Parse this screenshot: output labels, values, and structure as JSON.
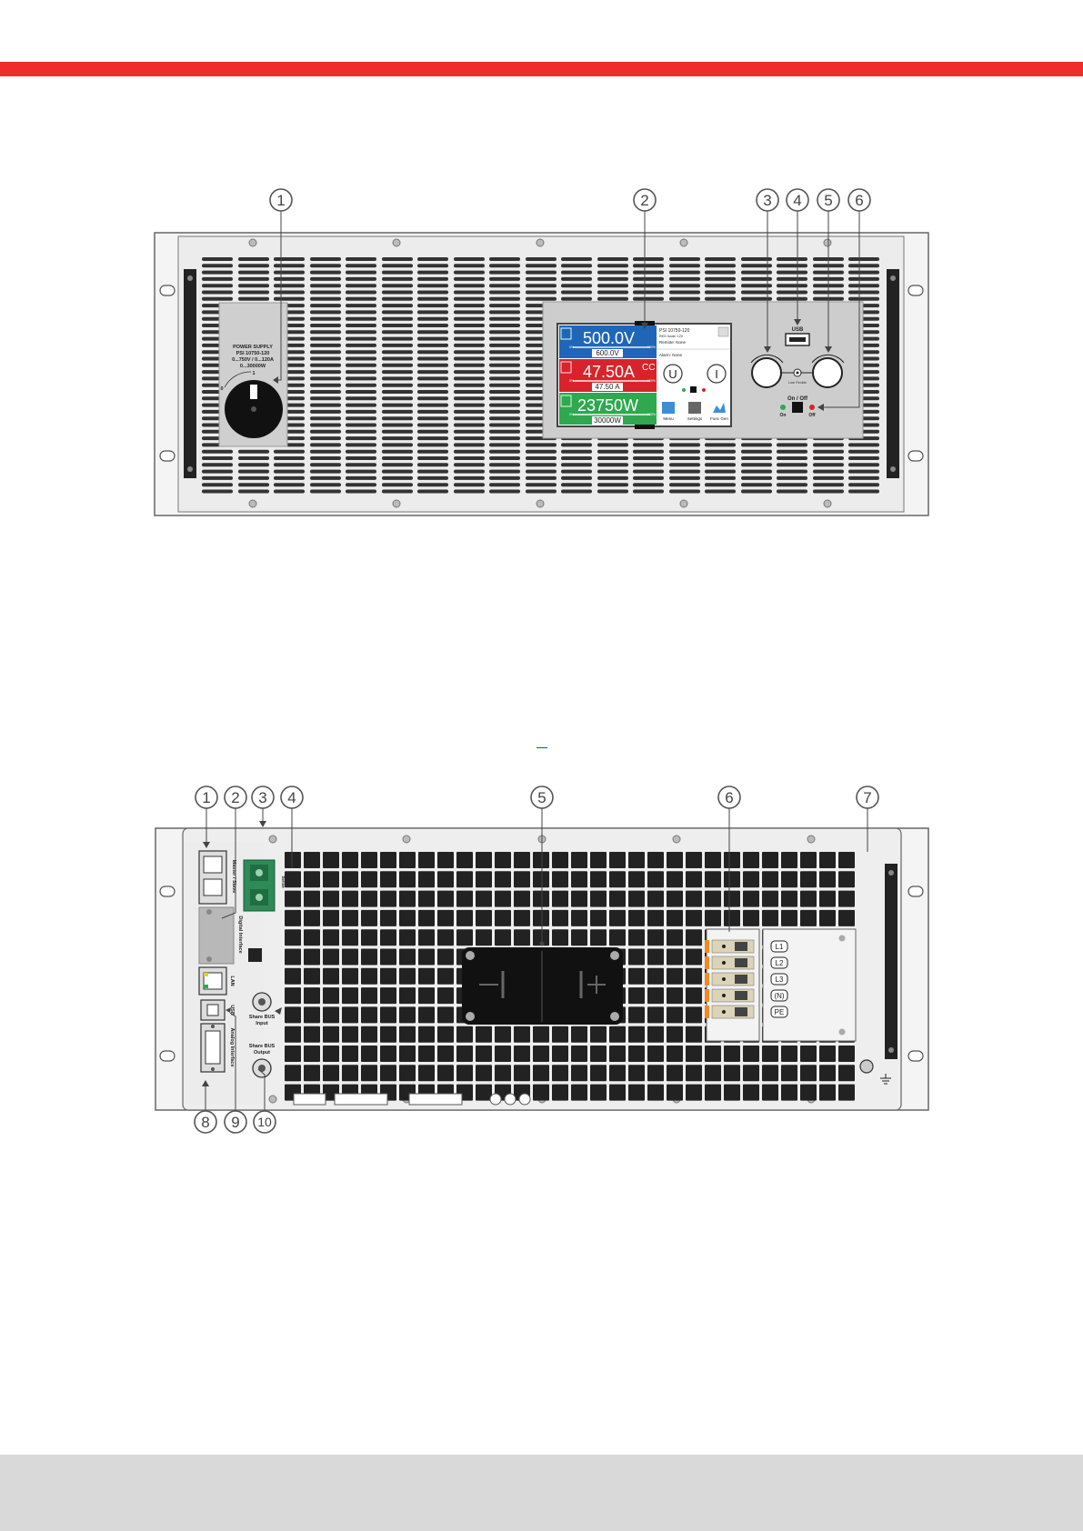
{
  "front": {
    "callouts": [
      "1",
      "2",
      "3",
      "4",
      "5",
      "6"
    ],
    "switch": {
      "label_lines": [
        "POWER SUPPLY",
        "PSI 10750-120",
        "0...750V / 0...120A",
        "0...30000W"
      ],
      "pos_off": "0",
      "pos_on": "1"
    },
    "display": {
      "voltage": "500.0V",
      "voltage_set": "600.0V",
      "current": "47.50A",
      "current_mode": "CC",
      "current_set": "47.50 A",
      "power": "23750W",
      "power_set": "30000W",
      "bar_min": "0%",
      "bar_max": "100%",
      "device_name": "PSI 10750-120",
      "mode_text": "REG mode: 12V",
      "remote_text": "Remote: None",
      "alarm_text": "Alarm: None",
      "btn_u": "U",
      "btn_i": "I",
      "menu_label": "Menu",
      "settings_label": "Settings",
      "funcgen_label": "Func Gen"
    },
    "usb_label": "USB",
    "knobs_link_label": "Lock Flexible",
    "onoff_label": "On / Off",
    "on_label": "On",
    "off_label": "Off"
  },
  "back": {
    "callouts_top": [
      "1",
      "2",
      "3",
      "4",
      "5",
      "6",
      "7"
    ],
    "callouts_bottom": [
      "8",
      "9",
      "10"
    ],
    "vlabels": {
      "master_slave": "Master / Slave",
      "digital_interface": "Digital Interface",
      "lan": "LAN",
      "usb": "USB",
      "analog_interface": "Analog Interface",
      "sense": "Sense"
    },
    "share_in": [
      "Share BUS",
      "Input"
    ],
    "share_out": [
      "Share BUS",
      "Output"
    ],
    "dc_minus": "−",
    "dc_plus": "+",
    "ac_terminals": [
      "L1",
      "L2",
      "L3",
      "(N)",
      "PE"
    ]
  },
  "colors": {
    "accent": "#ee2d2d",
    "footer": "#d9d9d9",
    "voltage_bg": "#2066b8",
    "current_bg": "#d8232a",
    "power_bg": "#2fa84f"
  }
}
